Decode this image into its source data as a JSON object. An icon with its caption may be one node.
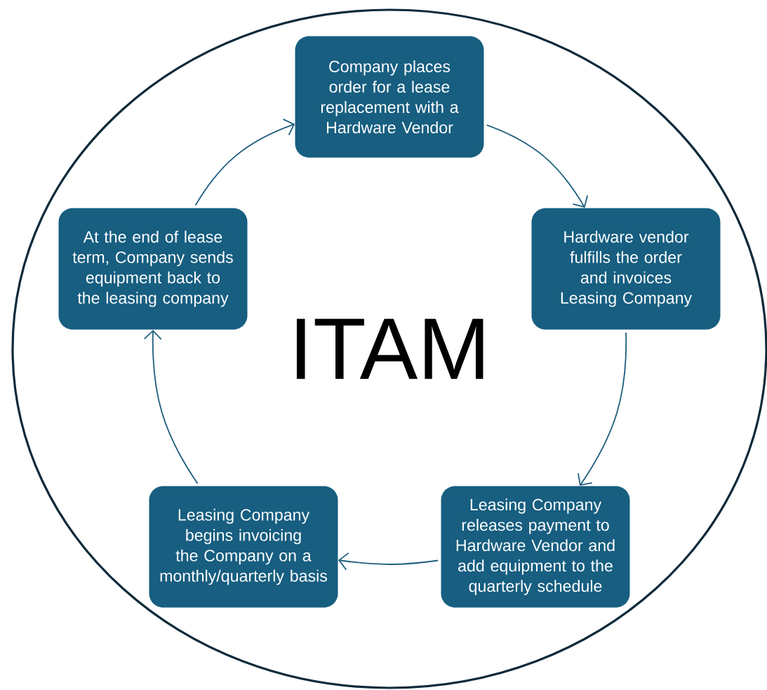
{
  "diagram": {
    "nodes": [
      {
        "text": [
          "ITAM"
        ]
      },
      {
        "text": [
          "Company places order for a lease replacement with a Hardware Vendor"
        ],
        "in": 0
      },
      {
        "text": [
          "Hardware vendor fulfills the order and invoices Leasing Company"
        ],
        "in": 0
      },
      {
        "text": [
          "Leasing Company releases payment to Hardware Vendor and add equipment to the quarterly schedule"
        ],
        "in": 0
      },
      {
        "text": [
          "Leasing Company begins invoicing the Company on a monthly/quarterly basis"
        ],
        "in": 0
      },
      {
        "text": [
          "At the end of lease term, Company sends equipment back to the leasing company"
        ],
        "in": 0
      }
    ],
    "edges": [
      {
        "from": 1,
        "to": 2,
        "arrow": "to"
      },
      {
        "from": 2,
        "to": 3,
        "arrow": "to"
      },
      {
        "from": 3,
        "to": 4,
        "arrow": "to"
      },
      {
        "from": 4,
        "to": 5,
        "arrow": "to"
      },
      {
        "from": 5,
        "to": 1,
        "arrow": "to"
      }
    ]
  }
}
